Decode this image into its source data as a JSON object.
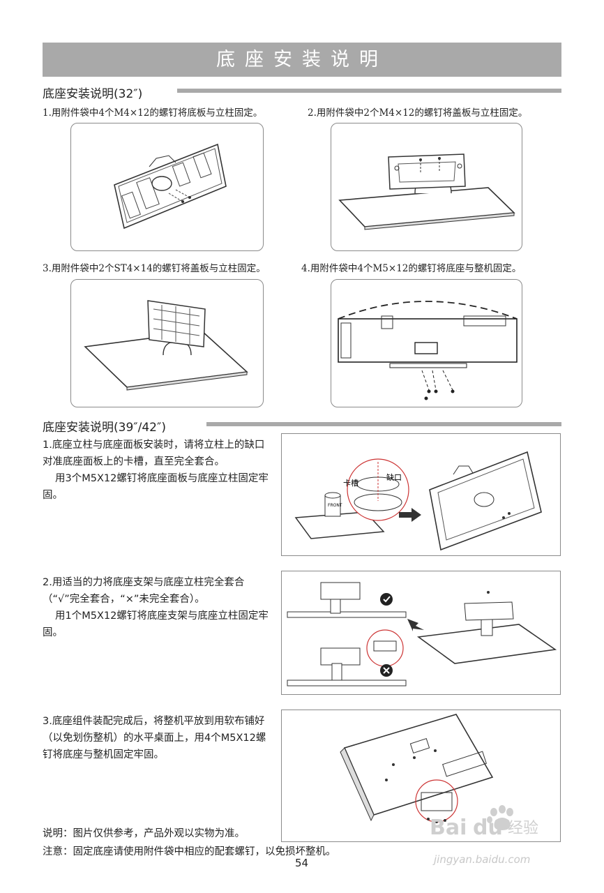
{
  "title": "底座安装说明",
  "section32": {
    "heading": "底座安装说明(32″)",
    "steps": [
      "1.用附件袋中4个M4×12的螺钉将底板与立柱固定。",
      "2.用附件袋中2个M4×12的螺钉将盖板与立柱固定。",
      "3.用附件袋中2个ST4×14的螺钉将盖板与立柱固定。",
      "4.用附件袋中4个M5×12的螺钉将底座与整机固定。"
    ]
  },
  "section3942": {
    "heading": "底座安装说明(39″/42″)",
    "step1": {
      "line1": "1.底座立柱与底座面板安装时，请将立柱上的缺口对准底座面板上的卡槽，直至完全套合。",
      "line2": "用3个M5X12螺钉将底座面板与底座立柱固定牢固。"
    },
    "step1_labels": {
      "slot": "卡槽",
      "notch": "缺口",
      "front": "FRONT"
    },
    "step2": {
      "line1": "2.用适当的力将底座支架与底座立柱完全套合（“√”完全套合，“×”未完全套合）。",
      "line2": "用1个M5X12螺钉将底座支架与底座立柱固定牢固。"
    },
    "step3": {
      "line1": "3.底座组件装配完成后，将整机平放到用软布铺好（以免划伤整机）的水平桌面上，用4个M5X12螺钉将底座与整机固定牢固。"
    }
  },
  "notes": {
    "note1": "说明：图片仅供参考，产品外观以实物为准。",
    "note2": "注意：固定底座请使用附件袋中相应的配套螺钉，以免损坏整机。"
  },
  "page_number": "54",
  "watermark": {
    "brand": "Bai du 经验",
    "url": "jingyan.baidu.com"
  }
}
